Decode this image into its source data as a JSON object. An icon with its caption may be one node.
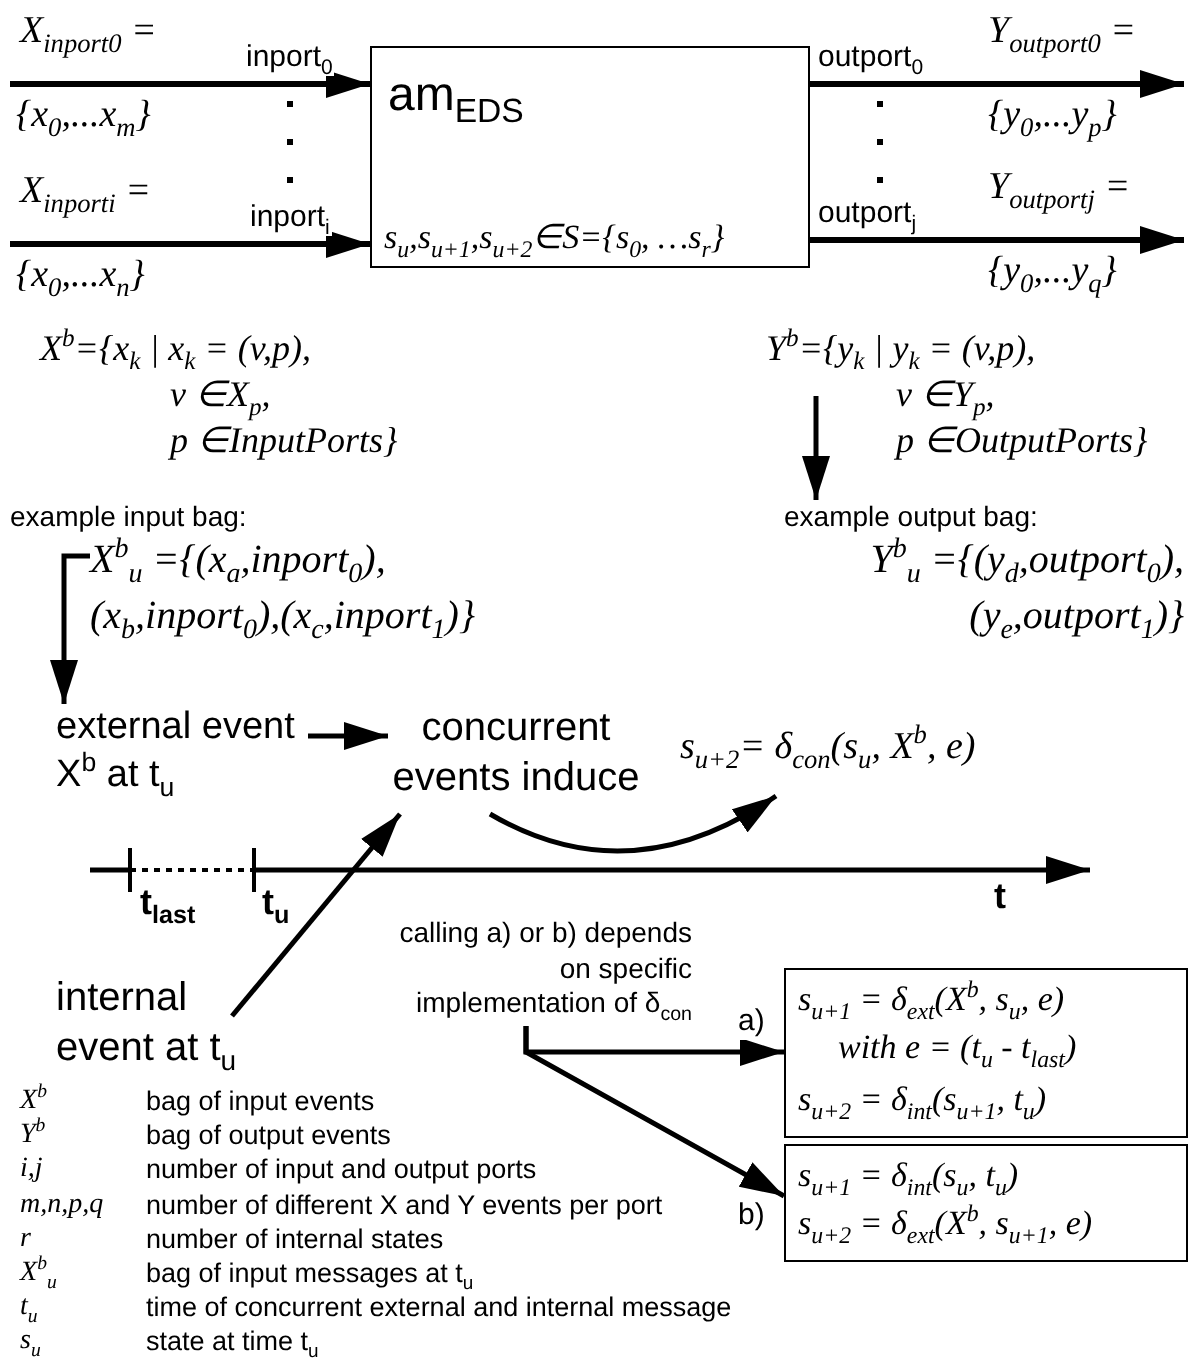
{
  "diagram": {
    "nodes": [
      {
        "text": [
          "am$_{EDS}$",
          "s$_{u}$,s$_{u+1}$,s$_{u+2}$∈S={s$_{0}$, …s$_{r}$}"
        ]
      },
      {
        "text": [
          "X$^{b}$={x$_{k}$ | x$_{k}$ = (v,p), v ∈X$_{p}$, p ∈InputPorts}"
        ]
      },
      {
        "text": [
          "Y$^{b}$={y$_{k}$ | y$_{k}$ = (v,p), v ∈Y$_{p}$, p ∈OutputPorts}"
        ]
      },
      {
        "text": [
          "example input bag:",
          "X$^{b}$$_{u}$ ={(x$_{a}$,inport$_{0}$), (x$_{b}$,inport$_{0}$),(x$_{c}$,inport$_{1}$)}"
        ]
      },
      {
        "text": [
          "example output bag:",
          "Y$^{b}$$_{u}$ ={(y$_{d}$,outport$_{0}$), (y$_{e}$,outport$_{1}$)}"
        ]
      },
      {
        "text": [
          "external event X$^{b}$ at t$_{u}$"
        ]
      },
      {
        "text": [
          "concurrent events induce"
        ]
      },
      {
        "text": [
          "internal event at t$_{u}$"
        ]
      },
      {
        "text": [
          "s$_{u+2}$= δ$_{con}$(s$_{u}$, X$^{b}$, e)"
        ]
      },
      {
        "text": [
          "calling a) or b) depends on specific implementation of δ$_{con}$"
        ]
      },
      {
        "text": [
          "s$_{u+1}$ = δ$_{ext}$(X$^{b}$, s$_{u}$, e)",
          "with e = (t$_{u}$ - t$_{last}$)",
          "s$_{u+2}$ = δ$_{int}$(s$_{u+1}$, t$_{u}$)"
        ]
      },
      {
        "text": [
          "s$_{u+1}$ = δ$_{int}$(s$_{u}$, t$_{u}$)",
          "s$_{u+2}$ = δ$_{ext}$(X$^{b}$, s$_{u+1}$, e)"
        ]
      }
    ],
    "edges": [
      {
        "from": null,
        "to": 0,
        "arrow": "to",
        "label": "inport$_{0}$"
      },
      {
        "from": null,
        "to": 0,
        "arrow": "to",
        "label": "inport$_{i}$"
      },
      {
        "from": 0,
        "to": null,
        "arrow": "to",
        "label": "outport$_{0}$"
      },
      {
        "from": 0,
        "to": null,
        "arrow": "to",
        "label": "outport$_{j}$"
      },
      {
        "from": 2,
        "to": 4,
        "arrow": "to"
      },
      {
        "from": 3,
        "to": 5,
        "arrow": "to"
      },
      {
        "from": 5,
        "to": 6,
        "arrow": "to"
      },
      {
        "from": 7,
        "to": 6,
        "arrow": "to"
      },
      {
        "from": 6,
        "to": 8,
        "arrow": "to"
      },
      {
        "from": 9,
        "to": 10,
        "arrow": "to",
        "label": "a)"
      },
      {
        "from": 9,
        "to": 11,
        "arrow": "to",
        "label": "b)"
      }
    ],
    "labels": [
      "X$_{inport}$$_{0}$ =",
      "{x$_{0}$,...x$_{m}$}",
      "X$_{inport}$$_{i}$ =",
      "{x$_{0}$,...x$_{n}$}",
      "Y$_{outport}$$_{0}$ =",
      "{y$_{0}$,...y$_{p}$}",
      "Y$_{outport}$$_{j}$ =",
      "{y$_{0}$,...y$_{q}$}",
      "t$_{last}$",
      "t$_{u}$",
      "t",
      "X$^{b}$",
      "bag of input events",
      "Y$^{b}$",
      "bag of output events",
      "i,j",
      "number of input and output ports",
      "m,n,p,q",
      "number of different X and Y events per port",
      "r",
      "number of internal states",
      "X$^{b}$$_{u}$",
      "bag of input messages at t$_{u}$",
      "t$_{u}$",
      "time of concurrent external and internal message",
      "s$_{u}$",
      "state at time t$_{u}$"
    ]
  }
}
